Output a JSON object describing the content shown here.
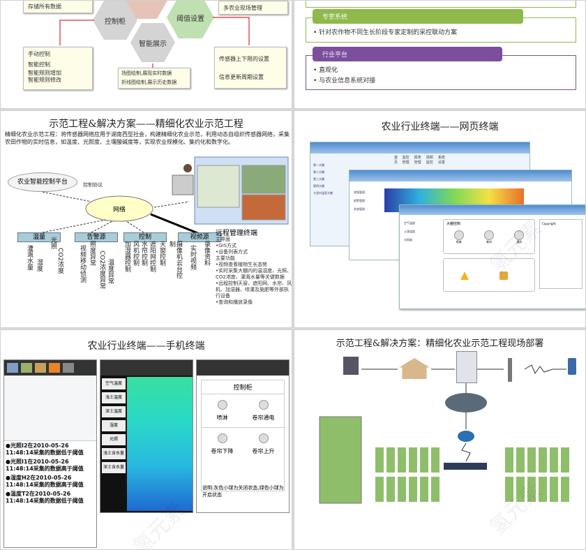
{
  "slide1": {
    "left_top_note": "存储所有数据",
    "right_top_note": "多农业现场管理",
    "hex_control": "控制柜",
    "hex_threshold": "阈值设置",
    "hex_display": "智能展示",
    "left_notes": [
      "手动控制",
      "智能控制",
      "智能规则增加",
      "智能规则修改"
    ],
    "right_notes": [
      "传感器上下限的设置",
      "信息更新周期设置"
    ],
    "bottom_notes": [
      "场图绘制,展现实时数据",
      "折线图绘制,展示历史数据"
    ]
  },
  "slide2": {
    "expert_title": "专家系统",
    "expert_text": "• 针对农作物不同生长阶段专家定制的采控联动方案",
    "industry_title": "行业平台",
    "industry_items": [
      "• 直观化",
      "• 与农业信息系统对接"
    ]
  },
  "slide3": {
    "title": "示范工程&解决方案——精细化农业示范工程",
    "intro": "精细化农业示范工程：将传感器网络应用于湖南西型社会，构建精细化农业示范，利用动态自组织传感器网络，采集农田作物的实时信息，如温度、光照度、土壤酸碱度等，实现农业规模化、集约化和数字化。",
    "platform": "农业智能控制平台",
    "protocol": "控制协议",
    "network": "网络",
    "sources": [
      "温量",
      "告警源",
      "控制",
      "视频源"
    ],
    "col1": [
      "灌溉水量",
      "湿度",
      "光照",
      "CO2浓度"
    ],
    "col2": [
      "视频移动侦测",
      "照度异常",
      "CO2浓度异常",
      "温度异常"
    ],
    "col3": [
      "加湿器控制",
      "风机控制",
      "水帘控制",
      "遮阳网控制"
    ],
    "col4": [
      "天窗控制",
      "摄像机云台控制"
    ],
    "col5": [
      "实时视频",
      "录像资料"
    ],
    "remote_title": "远程管理终端",
    "remote_lines": [
      "主界面",
      "•GIS方式",
      "•设备列表方式",
      "主要功能",
      "•视频查看植物生长态势",
      "•实时采集大棚内的温湿度、光照、CO2浓度、灌溉水量等关键数据",
      "•远程控制天窗、遮阳网、水帘、风机、加湿器、喷灌及施肥等外部执行设备",
      "•查询和播放录像"
    ]
  },
  "slide4": {
    "title": "农业行业终端——网页终端",
    "nav_items": [
      "首页",
      "监控管理",
      "报表管理",
      "视频监控",
      "系统设置"
    ],
    "sidebar_items": [
      "第一大棚",
      "第二大棚",
      "第三大棚",
      "第四大棚",
      "七里村温室大棚",
      "视频管理",
      "报警管理",
      "系统管理"
    ],
    "panel_labels": [
      "空气温度",
      "土壤温度",
      "光照度"
    ],
    "control_title": "大棚控制",
    "control_items": [
      "喷淋",
      "卷帘",
      "通风"
    ],
    "footer": "Copyright"
  },
  "slide5": {
    "title": "农业行业终端——手机终端",
    "alerts": [
      "●光照I2在2010-05-26 11:48:14采集的数据低于阈值",
      "●光照I1在2010-05-26 11:48:14采集的数据高于阈值",
      "●湿度H2在2010-05-26 11:48:14采集的数据高于阈值",
      "●温度T2在2010-05-26 11:48:14采集的数据低于阈值"
    ],
    "sensor_menu": [
      "空气温度",
      "浅土温度",
      "深土温度",
      "湿度",
      "光照",
      "浅土含水量",
      "深土含水量"
    ],
    "control_title": "控制柜",
    "controls": [
      "喷淋",
      "卷帘通电",
      "卷帘下降",
      "卷帘上升"
    ],
    "control_note": "说明:灰色小球为关闭状态,绿色小球为开启状态"
  },
  "slide6": {
    "title": "示范工程&解决方案：精细化农业示范工程现场部署",
    "watermark": "氢元素"
  },
  "colors": {
    "expert_bar": "#8fb94b",
    "industry_bar": "#7b4f9e",
    "hex_pink": "#e7c3b7",
    "hex_green": "#bfe0b0",
    "hex_gray": "#d4d4d4",
    "field_green": "#8fbe6b"
  }
}
